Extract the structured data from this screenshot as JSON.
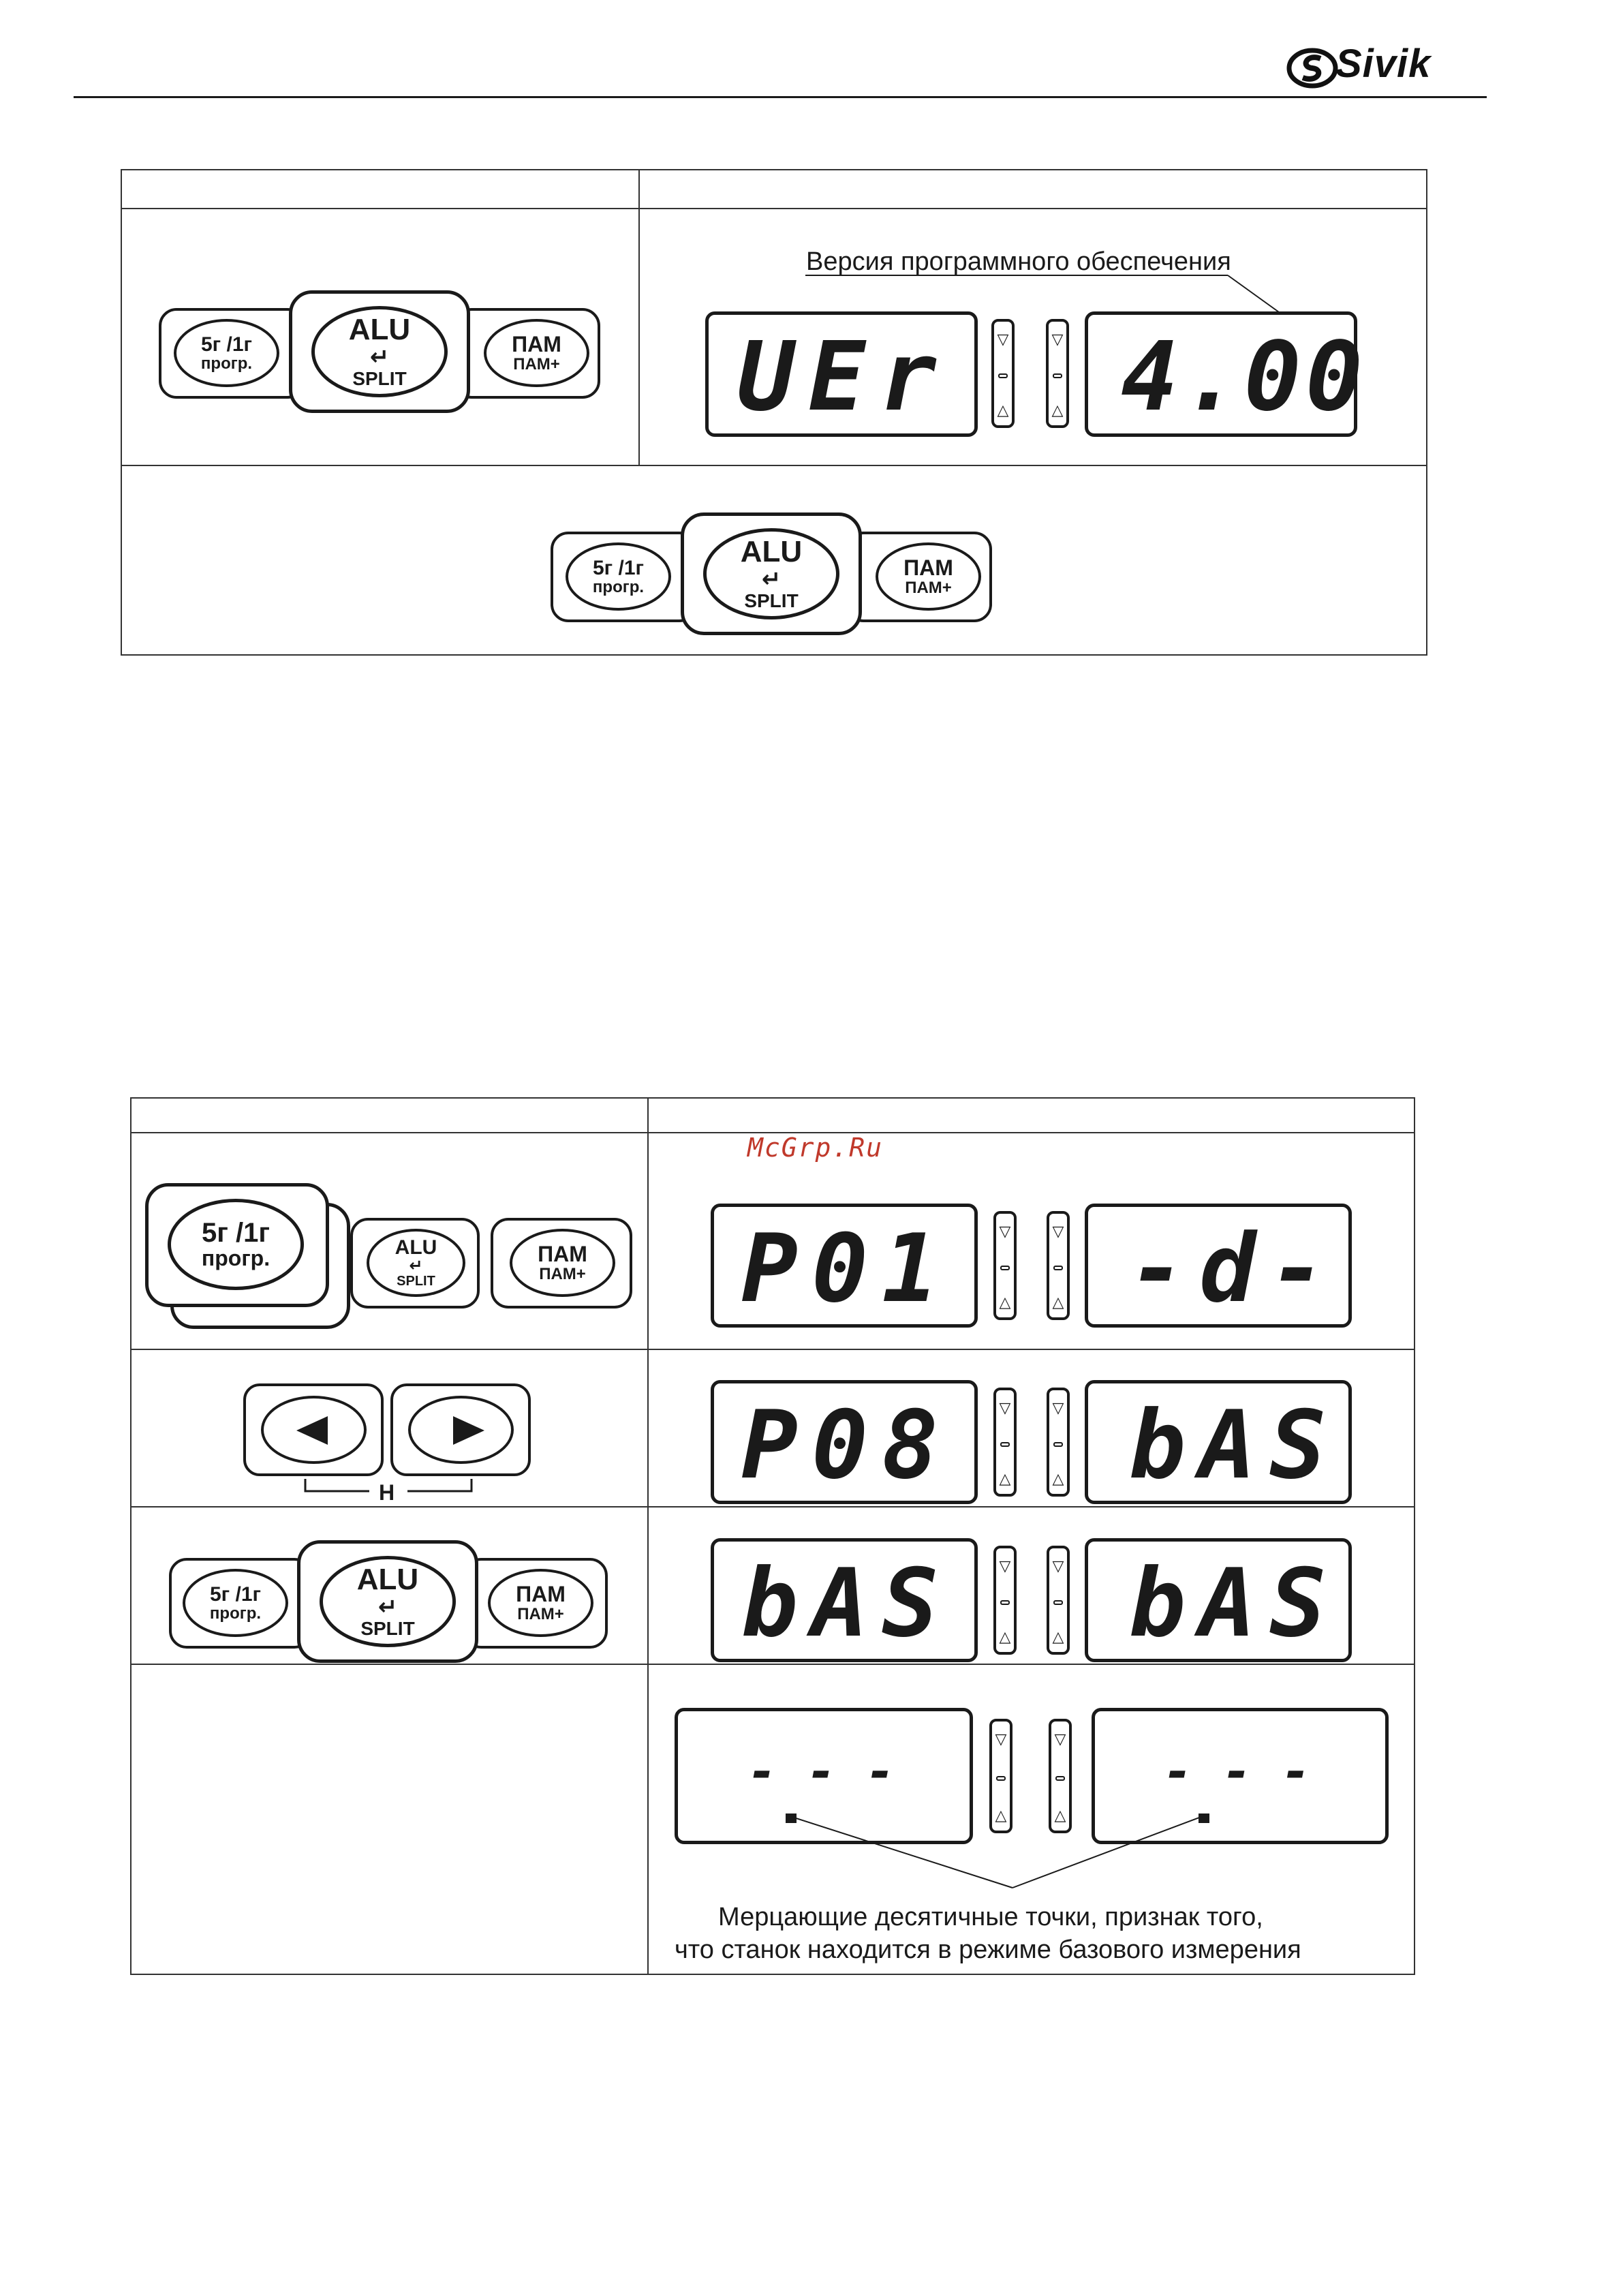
{
  "header": {
    "brand": "Sivik"
  },
  "keys": {
    "k1_line1": "5г /1г",
    "k1_line2": "прогр.",
    "alu": "ALU",
    "enter": "↵",
    "split": "SPLIT",
    "pam": "ПАМ",
    "pam_plus": "ПАМ+"
  },
  "table1": {
    "caption": "Версия программного обеспечения",
    "left_display": "UEr",
    "right_display": "4.00"
  },
  "table2": {
    "watermark": "McGrp.Ru",
    "rows": [
      {
        "left": "P01",
        "right": "-d-"
      },
      {
        "left": "P08",
        "right": "bAS"
      },
      {
        "left": "bAS",
        "right": "bAS"
      },
      {
        "left": "- - -",
        "right": "- - -"
      }
    ],
    "nav_label": "H",
    "caption_line1": "Мерцающие десятичные точки, признак того,",
    "caption_line2": "что станок находится в режиме базового измерения"
  },
  "indicator_glyphs": {
    "down": "▽",
    "up": "△"
  }
}
